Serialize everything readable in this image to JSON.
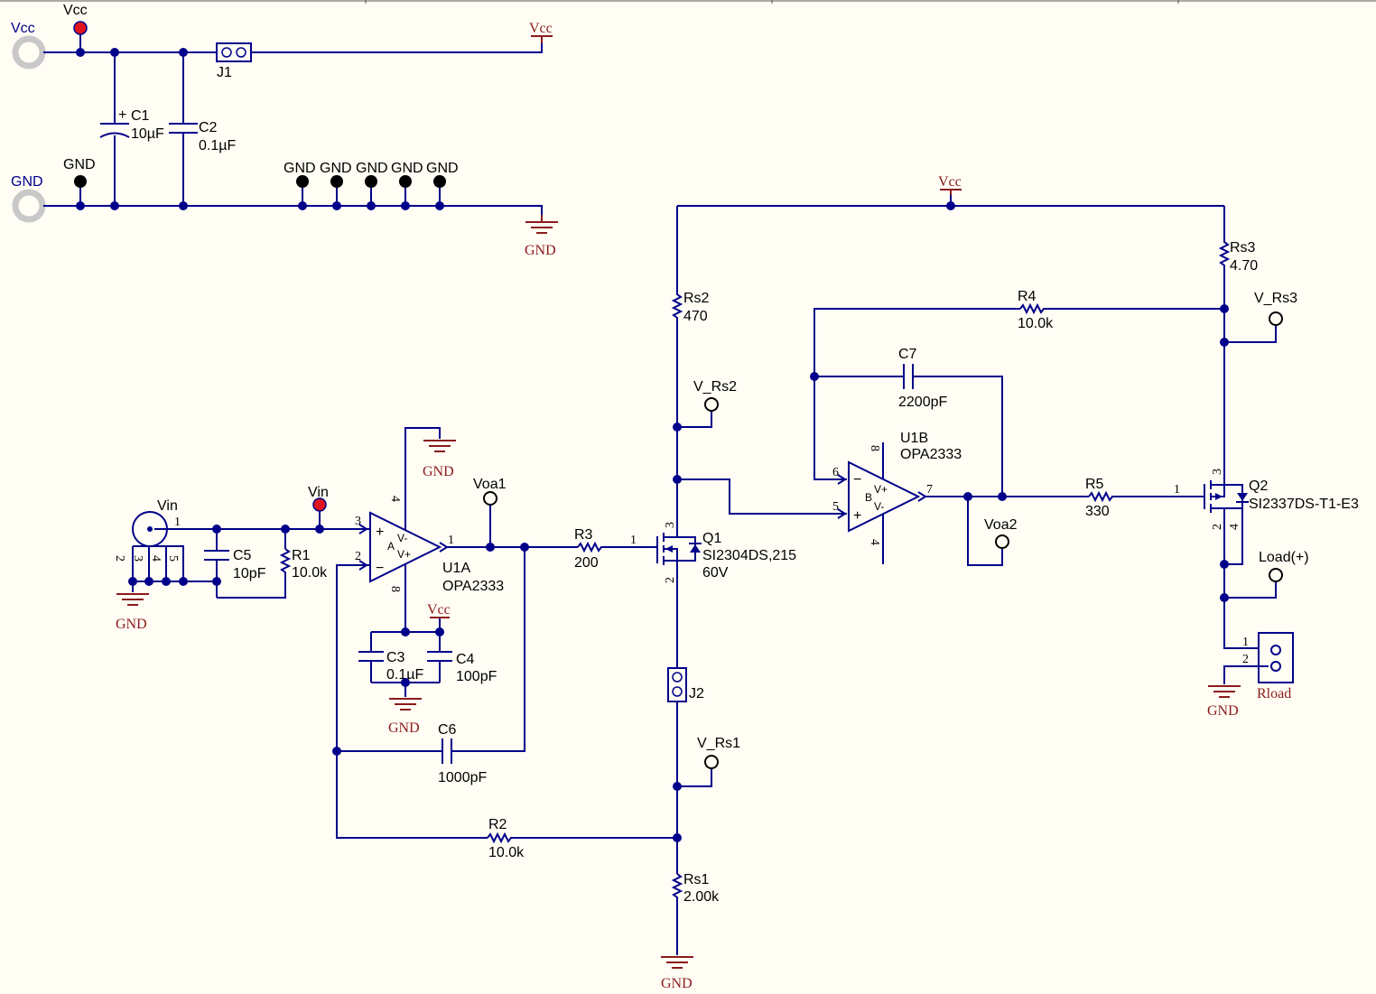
{
  "connectors": {
    "vcc": "Vcc",
    "gnd": "GND"
  },
  "testpoints": {
    "vcc": "Vcc",
    "gnd": "GND",
    "gnd_row": [
      "GND",
      "GND",
      "GND",
      "GND",
      "GND"
    ],
    "vin": "Vin",
    "voa1": "Voa1",
    "voa2": "Voa2",
    "v_rs1": "V_Rs1",
    "v_rs2": "V_Rs2",
    "v_rs3": "V_Rs3",
    "load": "Load(+)"
  },
  "power": {
    "vcc": "Vcc",
    "gnd": "GND"
  },
  "parts": {
    "j1": "J1",
    "j2": "J2",
    "c1": {
      "ref": "C1",
      "value": "10µF"
    },
    "c2": {
      "ref": "C2",
      "value": "0.1µF"
    },
    "c3": {
      "ref": "C3",
      "value": "0.1µF"
    },
    "c4": {
      "ref": "C4",
      "value": "100pF"
    },
    "c5": {
      "ref": "C5",
      "value": "10pF"
    },
    "c6": {
      "ref": "C6",
      "value": "1000pF"
    },
    "c7": {
      "ref": "C7",
      "value": "2200pF"
    },
    "r1": {
      "ref": "R1",
      "value": "10.0k"
    },
    "r2": {
      "ref": "R2",
      "value": "10.0k"
    },
    "r3": {
      "ref": "R3",
      "value": "200"
    },
    "r4": {
      "ref": "R4",
      "value": "10.0k"
    },
    "r5": {
      "ref": "R5",
      "value": "330"
    },
    "rs1": {
      "ref": "Rs1",
      "value": "2.00k"
    },
    "rs2": {
      "ref": "Rs2",
      "value": "470"
    },
    "rs3": {
      "ref": "Rs3",
      "value": "4.70"
    },
    "u1a": {
      "ref": "U1A",
      "value": "OPA2333"
    },
    "u1b": {
      "ref": "U1B",
      "value": "OPA2333"
    },
    "q1": {
      "ref": "Q1",
      "value": "SI2304DS,215",
      "rating": "60V"
    },
    "q2": {
      "ref": "Q2",
      "value": "SI2337DS-T1-E3"
    },
    "vin": "Vin",
    "rload": "Rload"
  },
  "pins": {
    "vin_conn": [
      "1",
      "2",
      "3",
      "4",
      "5"
    ],
    "u1a": {
      "in_p": "3",
      "in_n": "2",
      "out": "1",
      "vneg": "4",
      "vpos": "8",
      "unit": "A",
      "vminus": "V-",
      "vplus": "V+"
    },
    "u1b": {
      "in_n": "6",
      "in_p": "5",
      "out": "7",
      "vpos": "8",
      "vneg": "4",
      "unit": "B",
      "vplus": "V+",
      "vminus": "V-"
    },
    "q1": {
      "g": "1",
      "d": "3",
      "s": "2"
    },
    "q2": {
      "g": "1",
      "s": "3",
      "d": "2",
      "x": "4"
    },
    "rload": [
      "1",
      "2"
    ],
    "plus": "+",
    "minus": "−"
  },
  "colors": {
    "wire": "#00008b",
    "power": "#8b1a1a",
    "testpoint_red": "#e0141e",
    "background": "#fffdf4"
  }
}
